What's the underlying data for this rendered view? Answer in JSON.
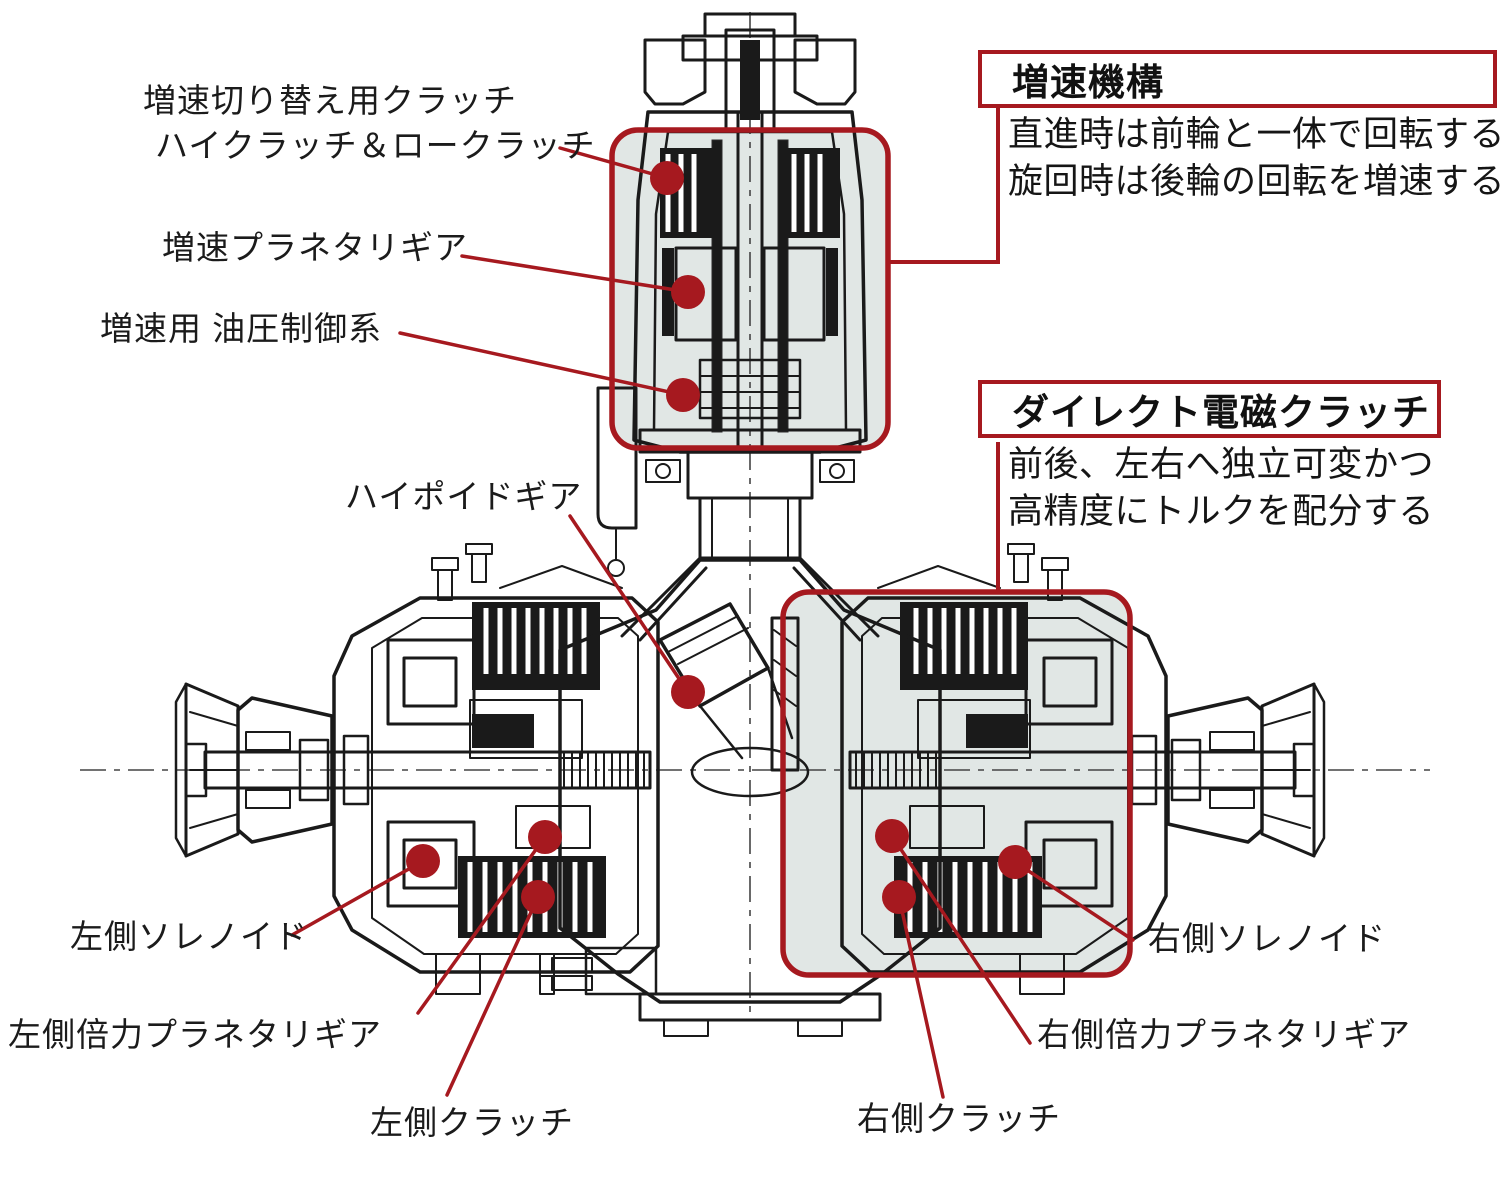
{
  "colors": {
    "accent_red": "#a6191f",
    "region_fill": "#e1e7e5",
    "line_dark": "#1a1a1a",
    "background": "#ffffff"
  },
  "part_labels": {
    "accel_switch_clutch_line1": "増速切り替え用クラッチ",
    "accel_switch_clutch_line2": "ハイクラッチ＆ロークラッチ",
    "accel_planetary": "増速プラネタリギア",
    "accel_hydraulic": "増速用 油圧制御系",
    "hypoid_gear": "ハイポイドギア",
    "left_solenoid": "左側ソレノイド",
    "left_booster_planetary": "左側倍力プラネタリギア",
    "left_clutch": "左側クラッチ",
    "right_clutch": "右側クラッチ",
    "right_booster_planetary": "右側倍力プラネタリギア",
    "right_solenoid": "右側ソレノイド"
  },
  "callouts": {
    "accel_mechanism": {
      "title": "増速機構",
      "line1": "直進時は前輪と一体で回転する",
      "line2": "旋回時は後輪の回転を増速する"
    },
    "direct_em_clutch": {
      "title": "ダイレクト電磁クラッチ",
      "line1": "前後、左右へ独立可変かつ",
      "line2": "高精度にトルクを配分する"
    }
  }
}
